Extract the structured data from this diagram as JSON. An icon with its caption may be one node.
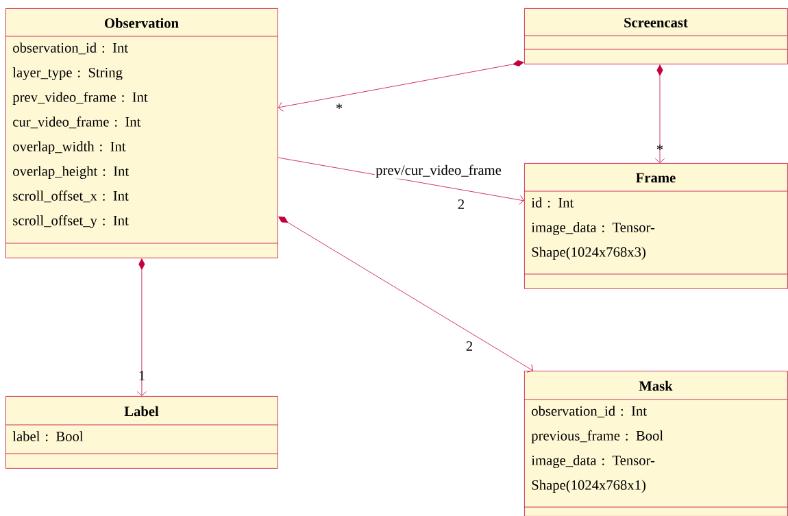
{
  "diagram": {
    "nodes": [
      {
        "text": [
          "Observation",
          "observation_id : Int",
          "layer_type : String",
          "prev_video_frame : Int",
          "cur_video_frame : Int",
          "overlap_width : Int",
          "overlap_height : Int",
          "scroll_offset_x : Int",
          "scroll_offset_y : Int"
        ]
      },
      {
        "text": [
          "Screencast"
        ]
      },
      {
        "text": [
          "Frame",
          "id : Int",
          "image_data : Tensor- Shape(1024x768x3)"
        ]
      },
      {
        "text": [
          "Label",
          "label : Bool"
        ]
      },
      {
        "text": [
          "Mask",
          "observation_id : Int",
          "previous_frame : Bool",
          "image_data : Tensor- Shape(1024x768x1)"
        ]
      }
    ],
    "edges": [
      {
        "from": 1,
        "to": 0,
        "arrow": "to"
      },
      {
        "from": 1,
        "to": 2,
        "arrow": "to"
      },
      {
        "from": 0,
        "to": 2,
        "arrow": "to",
        "label": "prev/cur_video_frame"
      },
      {
        "from": 0,
        "to": 3,
        "arrow": "to"
      },
      {
        "from": 0,
        "to": 4,
        "arrow": "to"
      }
    ],
    "labels": [
      "*",
      "*",
      "2",
      "2",
      "1"
    ]
  }
}
